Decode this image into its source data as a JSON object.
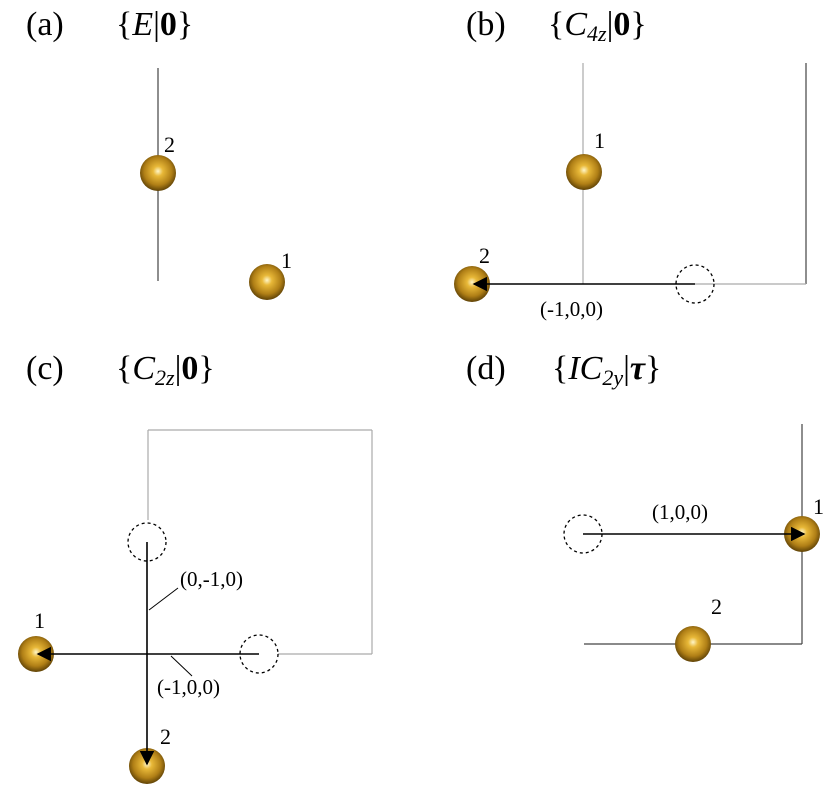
{
  "panels": {
    "a": {
      "label": "(a)",
      "op_open": "{",
      "op_main": "E",
      "op_sep": "|",
      "op_tail": "0",
      "op_close": "}",
      "atom1": "1",
      "atom2": "2"
    },
    "b": {
      "label": "(b)",
      "op_open": "{",
      "op_main": "C",
      "op_sub": "4z",
      "op_sep": "|",
      "op_tail": "0",
      "op_close": "}",
      "atom1": "1",
      "atom2": "2",
      "vec1": "(-1,0,0)"
    },
    "c": {
      "label": "(c)",
      "op_open": "{",
      "op_main": "C",
      "op_sub": "2z",
      "op_sep": "|",
      "op_tail": "0",
      "op_close": "}",
      "atom1": "1",
      "atom2": "2",
      "vec1": "(0,-1,0)",
      "vec2": "(-1,0,0)"
    },
    "d": {
      "label": "(d)",
      "op_open": "{",
      "op_main": "IC",
      "op_sub": "2y",
      "op_sep": "|",
      "op_tail": "τ",
      "op_close": "}",
      "atom1": "1",
      "atom2": "2",
      "vec1": "(1,0,0)"
    }
  },
  "colors": {
    "atom_light": "#f7e7a3",
    "atom_mid": "#c9941f",
    "atom_dark": "#6f4e08",
    "grid_dark": "#444444",
    "grid_light": "#aaaaaa"
  }
}
